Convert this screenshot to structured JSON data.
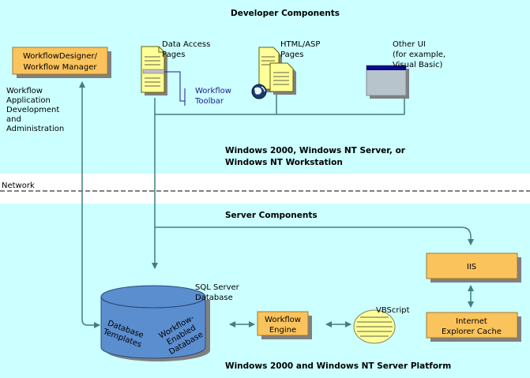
{
  "colors": {
    "panel": "#ccffff",
    "box": "#fbc35c",
    "box_border": "#a0782c",
    "shadow": "#808080",
    "connector": "#3f7f7f",
    "database": "#5b8ecf",
    "page_yellow": "#ffff99",
    "link_text": "#1c1c8c"
  },
  "top_panel": {
    "title": "Developer Components",
    "platform_line1": "Windows 2000, Windows NT Server, or",
    "platform_line2": "Windows NT Workstation",
    "workflow_designer_line1": "WorkflowDesigner/",
    "workflow_designer_line2": "Workflow Manager",
    "app_dev_lines": [
      "Workflow",
      "Application",
      "Development",
      "and",
      "Administration"
    ],
    "data_access_line1": "Data Access",
    "data_access_line2": "Pages",
    "workflow_toolbar_line1": "Workflow",
    "workflow_toolbar_line2": "Toolbar",
    "html_asp_line1": "HTML/ASP",
    "html_asp_line2": "Pages",
    "other_ui_line1": "Other UI",
    "other_ui_line2": "(for example,",
    "other_ui_line3": "Visual Basic)"
  },
  "network": {
    "label": "Network"
  },
  "bottom_panel": {
    "title": "Server Components",
    "platform": "Windows 2000 and Windows NT Server Platform",
    "sql_line1": "SQL Server",
    "sql_line2": "Database",
    "db_templates_line1": "Database",
    "db_templates_line2": "Templates",
    "db_enabled_line1": "Workflow-",
    "db_enabled_line2": "Enabled",
    "db_enabled_line3": "Database",
    "engine_line1": "Workflow",
    "engine_line2": "Engine",
    "vbscript": "VBScript",
    "iis": "IIS",
    "ie_cache_line1": "Internet",
    "ie_cache_line2": "Explorer Cache"
  }
}
